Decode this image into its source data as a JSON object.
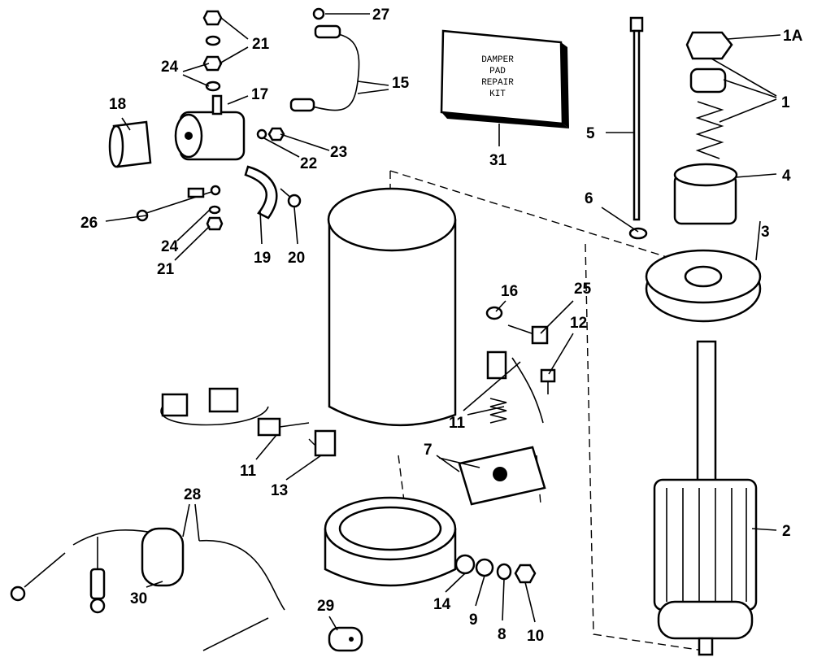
{
  "kit_box": {
    "lines": [
      "DAMPER",
      "PAD",
      "REPAIR",
      "KIT"
    ]
  },
  "labels": {
    "p27": "27",
    "p21a": "21",
    "p24a": "24",
    "p15": "15",
    "p17": "17",
    "p18": "18",
    "p22": "22",
    "p23": "23",
    "p26": "26",
    "p24b": "24",
    "p21b": "21",
    "p19": "19",
    "p20": "20",
    "p31": "31",
    "p1A": "1A",
    "p1": "1",
    "p5": "5",
    "p4": "4",
    "p6": "6",
    "p3": "3",
    "p16": "16",
    "p25": "25",
    "p12": "12",
    "p11a": "11",
    "p11b": "11",
    "p13": "13",
    "p7": "7",
    "p28": "28",
    "p2": "2",
    "p14": "14",
    "p9": "9",
    "p8": "8",
    "p10": "10",
    "p29": "29",
    "p30": "30"
  }
}
